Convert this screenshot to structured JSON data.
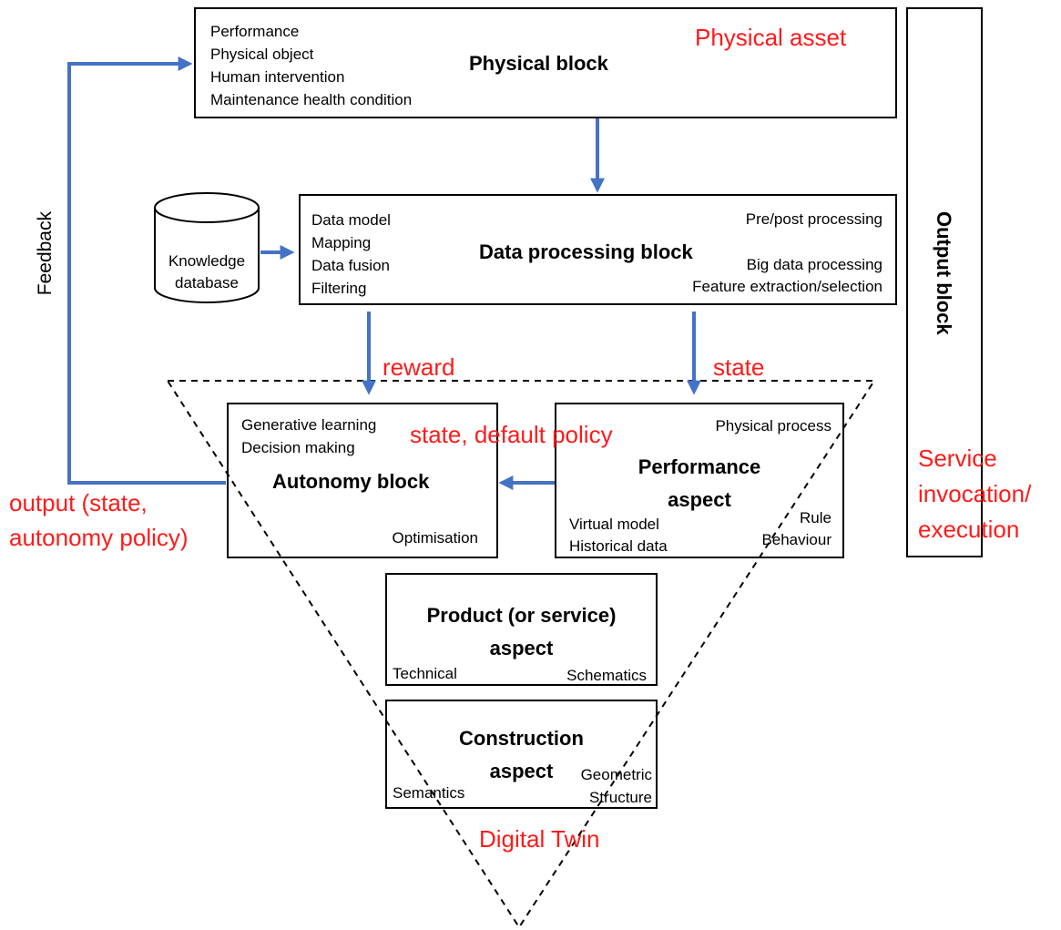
{
  "physical_block": {
    "title": "Physical block",
    "items": [
      "Performance",
      "Physical object",
      "Human intervention",
      "Maintenance health condition"
    ],
    "tag": "Physical asset"
  },
  "data_processing_block": {
    "title": "Data processing block",
    "left_items": [
      "Data model",
      "Mapping",
      "Data fusion",
      "Filtering"
    ],
    "right_top": "Pre/post processing",
    "right_items": [
      "Big data processing",
      "Feature extraction/selection"
    ]
  },
  "knowledge_database": {
    "lines": [
      "Knowledge",
      "database"
    ]
  },
  "output_block": {
    "title": "Output block",
    "tag_lines": [
      "Service",
      "invocation/",
      "execution"
    ]
  },
  "labels": {
    "reward": "reward",
    "state": "state",
    "state_default_policy": "state, default policy",
    "feedback": "Feedback",
    "output_lines": [
      "output (state,",
      "autonomy policy)"
    ],
    "digital_twin": "Digital Twin"
  },
  "autonomy_block": {
    "title": "Autonomy block",
    "items": [
      "Generative learning",
      "Decision making"
    ],
    "bottom": "Optimisation"
  },
  "performance_aspect": {
    "title_lines": [
      "Performance",
      "aspect"
    ],
    "top": "Physical process",
    "left_items": [
      "Virtual model",
      "Historical data"
    ],
    "right_items": [
      "Rule",
      "Behaviour"
    ]
  },
  "product_aspect": {
    "title_lines": [
      "Product (or service)",
      "aspect"
    ],
    "left": "Technical",
    "right": "Schematics"
  },
  "construction_aspect": {
    "title_lines": [
      "Construction",
      "aspect"
    ],
    "left": "Semantics",
    "right_items": [
      "Geometric",
      "Structure"
    ]
  },
  "colors": {
    "arrow": "#4472c4",
    "red_text": "#ff1a1a",
    "line": "#000000"
  }
}
